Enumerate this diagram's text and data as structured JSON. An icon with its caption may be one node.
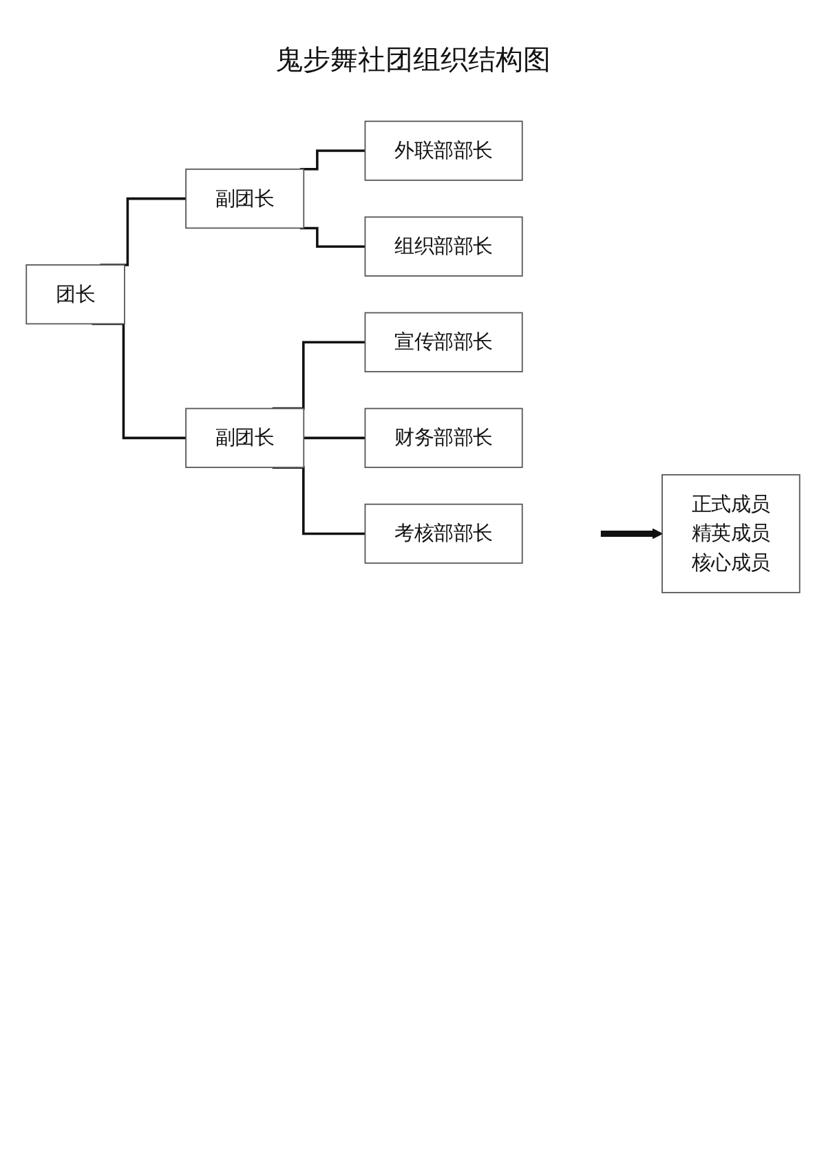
{
  "diagram": {
    "title": "鬼步舞社团组织结构图",
    "nodes": [
      {
        "text": [
          "团长"
        ]
      },
      {
        "text": [
          "副团长"
        ]
      },
      {
        "text": [
          "副团长"
        ]
      },
      {
        "text": [
          "外联部部长"
        ]
      },
      {
        "text": [
          "组织部部长"
        ]
      },
      {
        "text": [
          "宣传部部长"
        ]
      },
      {
        "text": [
          "财务部部长"
        ]
      },
      {
        "text": [
          "考核部部长"
        ]
      },
      {
        "text": [
          "正式成员",
          "精英成员",
          "核心成员"
        ]
      }
    ],
    "edges": [
      {
        "from": 0,
        "to": 1,
        "arrow": "none"
      },
      {
        "from": 0,
        "to": 2,
        "arrow": "none"
      },
      {
        "from": 1,
        "to": 3,
        "arrow": "none"
      },
      {
        "from": 1,
        "to": 4,
        "arrow": "none"
      },
      {
        "from": 2,
        "to": 5,
        "arrow": "none"
      },
      {
        "from": 2,
        "to": 6,
        "arrow": "none"
      },
      {
        "from": 2,
        "to": 7,
        "arrow": "none"
      },
      {
        "from": null,
        "to": 8,
        "arrow": "to",
        "style": "thick"
      }
    ]
  }
}
